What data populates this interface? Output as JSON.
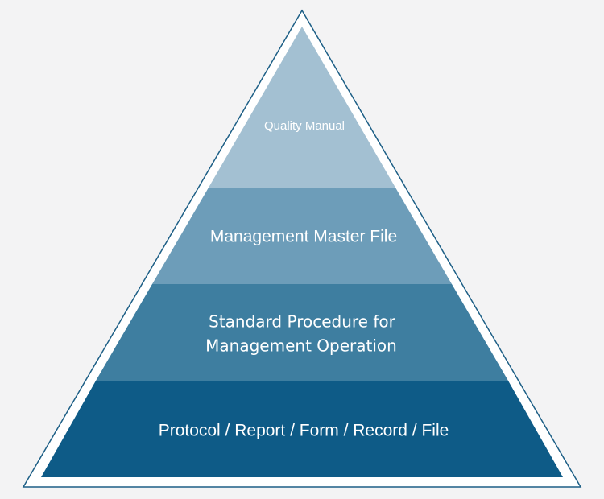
{
  "pyramid": {
    "tiers": [
      {
        "label_lines": [
          "Quality Manual"
        ],
        "color": "#a3c0d2"
      },
      {
        "label_lines": [
          "Management Master File"
        ],
        "color": "#6d9db9"
      },
      {
        "label_lines": [
          "Standard Procedure for",
          "Management Operation"
        ],
        "color": "#3e7ea0"
      },
      {
        "label_lines": [
          "Protocol / Report / Form / Record / File"
        ],
        "color": "#0e5b87"
      }
    ],
    "outline_color": "#1d5f86",
    "background_color": "#f3f3f4"
  }
}
